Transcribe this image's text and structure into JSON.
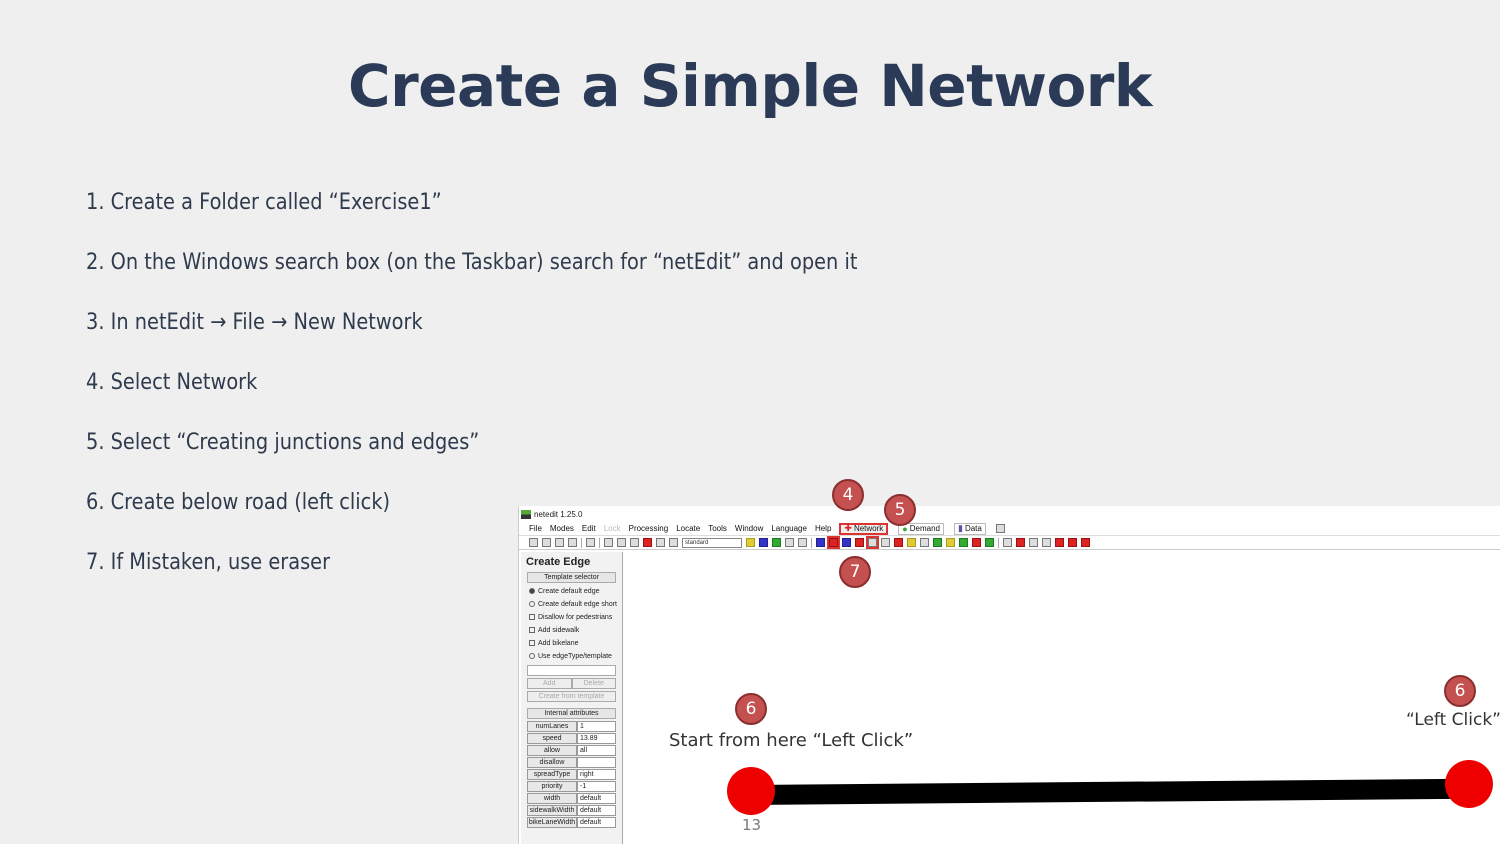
{
  "slide": {
    "title": "Create a Simple Network",
    "page_number": "13",
    "steps": [
      "1. Create a Folder called “Exercise1”",
      "2. On the Windows search box (on the Taskbar) search for “netEdit” and open it",
      "3. In netEdit → File → New Network",
      "4. Select Network",
      "5. Select “Creating junctions and edges”",
      "6. Create below road (left click)",
      "7. If Mistaken, use eraser"
    ]
  },
  "app": {
    "window_title": "netedit 1.25.0",
    "menu": [
      "File",
      "Modes",
      "Edit",
      "Lock",
      "Processing",
      "Locate",
      "Tools",
      "Window",
      "Language",
      "Help"
    ],
    "modes": {
      "network": "Network",
      "demand": "Demand",
      "data": "Data"
    },
    "toolbar_select_value": "standard",
    "panel": {
      "title": "Create Edge",
      "template_selector": "Template selector",
      "options": [
        {
          "label": "Create default edge",
          "kind": "radio",
          "checked": true
        },
        {
          "label": "Create default edge short",
          "kind": "radio",
          "checked": false
        },
        {
          "label": "Disallow for pedestrians",
          "kind": "check",
          "checked": false
        },
        {
          "label": "Add sidewalk",
          "kind": "check",
          "checked": false
        },
        {
          "label": "Add bikelane",
          "kind": "check",
          "checked": false
        },
        {
          "label": "Use edgeType/template",
          "kind": "radio",
          "checked": false
        }
      ],
      "add_button": "Add",
      "delete_button": "Delete",
      "create_from_template": "Create from template",
      "internal_attributes": "Internal attributes",
      "attributes": [
        {
          "name": "numLanes",
          "value": "1"
        },
        {
          "name": "speed",
          "value": "13.89"
        },
        {
          "name": "allow",
          "value": "all"
        },
        {
          "name": "disallow",
          "value": ""
        },
        {
          "name": "spreadType",
          "value": "right"
        },
        {
          "name": "priority",
          "value": "-1"
        },
        {
          "name": "width",
          "value": "default"
        },
        {
          "name": "sidewalkWidth",
          "value": "default"
        },
        {
          "name": "bikeLaneWidth",
          "value": "default"
        }
      ]
    }
  },
  "callouts": {
    "badge_4": "4",
    "badge_5": "5",
    "badge_7": "7",
    "badge_6a": "6",
    "badge_6b": "6",
    "start_text": "Start from here “Left Click”",
    "end_text": "“Left Click”"
  },
  "colors": {
    "title": "#2b3b57",
    "badge": "#c45050",
    "junction": "#ee0000"
  }
}
